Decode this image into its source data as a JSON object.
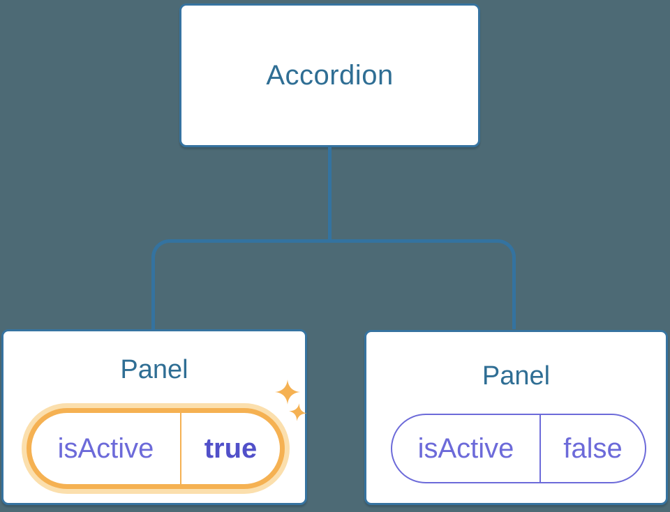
{
  "diagram": {
    "root": {
      "label": "Accordion"
    },
    "panels": [
      {
        "label": "Panel",
        "prop_name": "isActive",
        "prop_value": "true",
        "state": "active",
        "highlight_icon": "sparkles-icon"
      },
      {
        "label": "Panel",
        "prop_name": "isActive",
        "prop_value": "false",
        "state": "inactive"
      }
    ]
  },
  "colors": {
    "background": "#4d6a75",
    "node_border": "#3673a0",
    "node_text": "#2f6e94",
    "connector": "#3473a0",
    "prop_purple": "#6c6ad9",
    "prop_value_active": "#5150c9",
    "highlight_orange": "#f5b152",
    "highlight_glow": "#fbdfad"
  }
}
